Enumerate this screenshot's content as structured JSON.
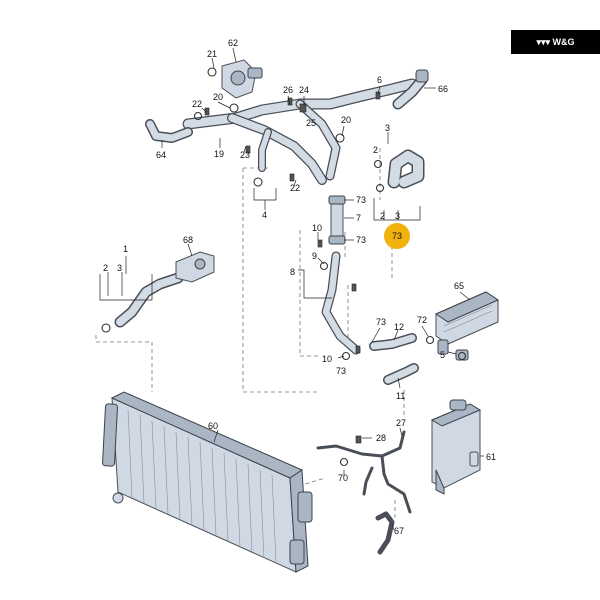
{
  "brand": {
    "logo_text": "W&G"
  },
  "highlight": {
    "label": "73",
    "color": "#f2b20c"
  },
  "callouts": {
    "c21": "21",
    "c62": "62",
    "c6": "6",
    "c66": "66",
    "c26": "26",
    "c24": "24",
    "c20a": "20",
    "c22a": "22",
    "c25": "25",
    "c20b": "20",
    "c3a": "3",
    "c64": "64",
    "c19": "19",
    "c23": "23",
    "c2a": "2",
    "c22b": "22",
    "c4": "4",
    "c73a": "73",
    "c7": "7",
    "c2b": "2",
    "c3b": "3",
    "c10": "10",
    "c73b": "73",
    "c1": "1",
    "c68": "68",
    "c2c": "2",
    "c3c": "3",
    "c9": "9",
    "c8": "8",
    "c65": "65",
    "c73c": "73",
    "c72": "72",
    "c12": "12",
    "c5": "5",
    "c10b": "10",
    "c73d": "73",
    "c11": "11",
    "c60": "60",
    "c28": "28",
    "c27": "27",
    "c61": "61",
    "c70": "70",
    "c67": "67"
  }
}
